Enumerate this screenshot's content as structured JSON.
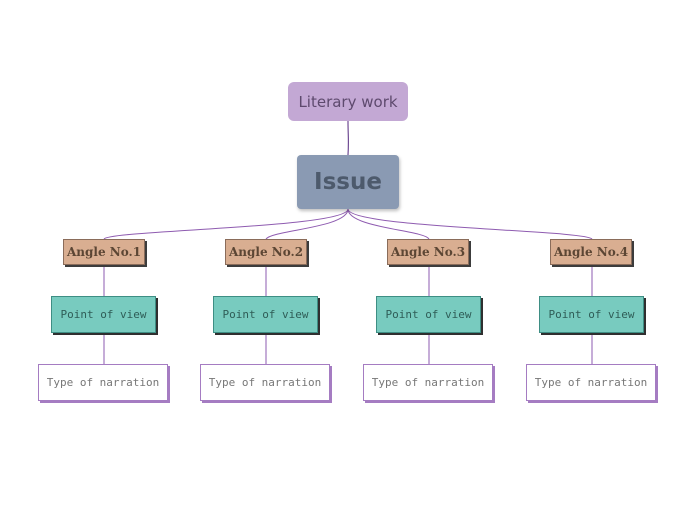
{
  "root": {
    "label": "Literary work"
  },
  "issue": {
    "label": "Issue"
  },
  "branches": [
    {
      "angle": "Angle No.1",
      "pov": "Point of view",
      "narration": "Type of narration"
    },
    {
      "angle": "Angle No.2",
      "pov": "Point of view",
      "narration": "Type of narration"
    },
    {
      "angle": "Angle No.3",
      "pov": "Point of view",
      "narration": "Type of narration"
    },
    {
      "angle": "Angle No.4",
      "pov": "Point of view",
      "narration": "Type of narration"
    }
  ],
  "colors": {
    "connector": "#8e5bb0",
    "root_fill": "#c3a8d4",
    "issue_fill": "#8a9ab3",
    "angle_fill": "#d9ae91",
    "pov_fill": "#78cbbf",
    "narration_border": "#a57cc2"
  }
}
